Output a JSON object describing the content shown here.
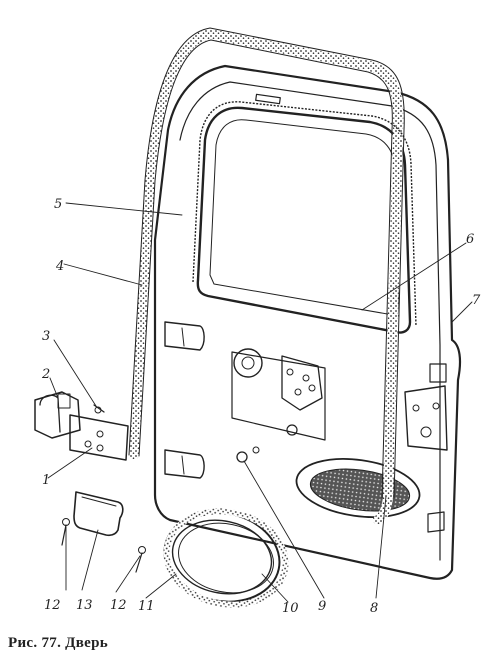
{
  "figure": {
    "caption": "Рис. 77. Дверь",
    "callouts": [
      "1",
      "2",
      "3",
      "4",
      "5",
      "6",
      "7",
      "8",
      "9",
      "10",
      "11",
      "12",
      "12",
      "13"
    ]
  }
}
